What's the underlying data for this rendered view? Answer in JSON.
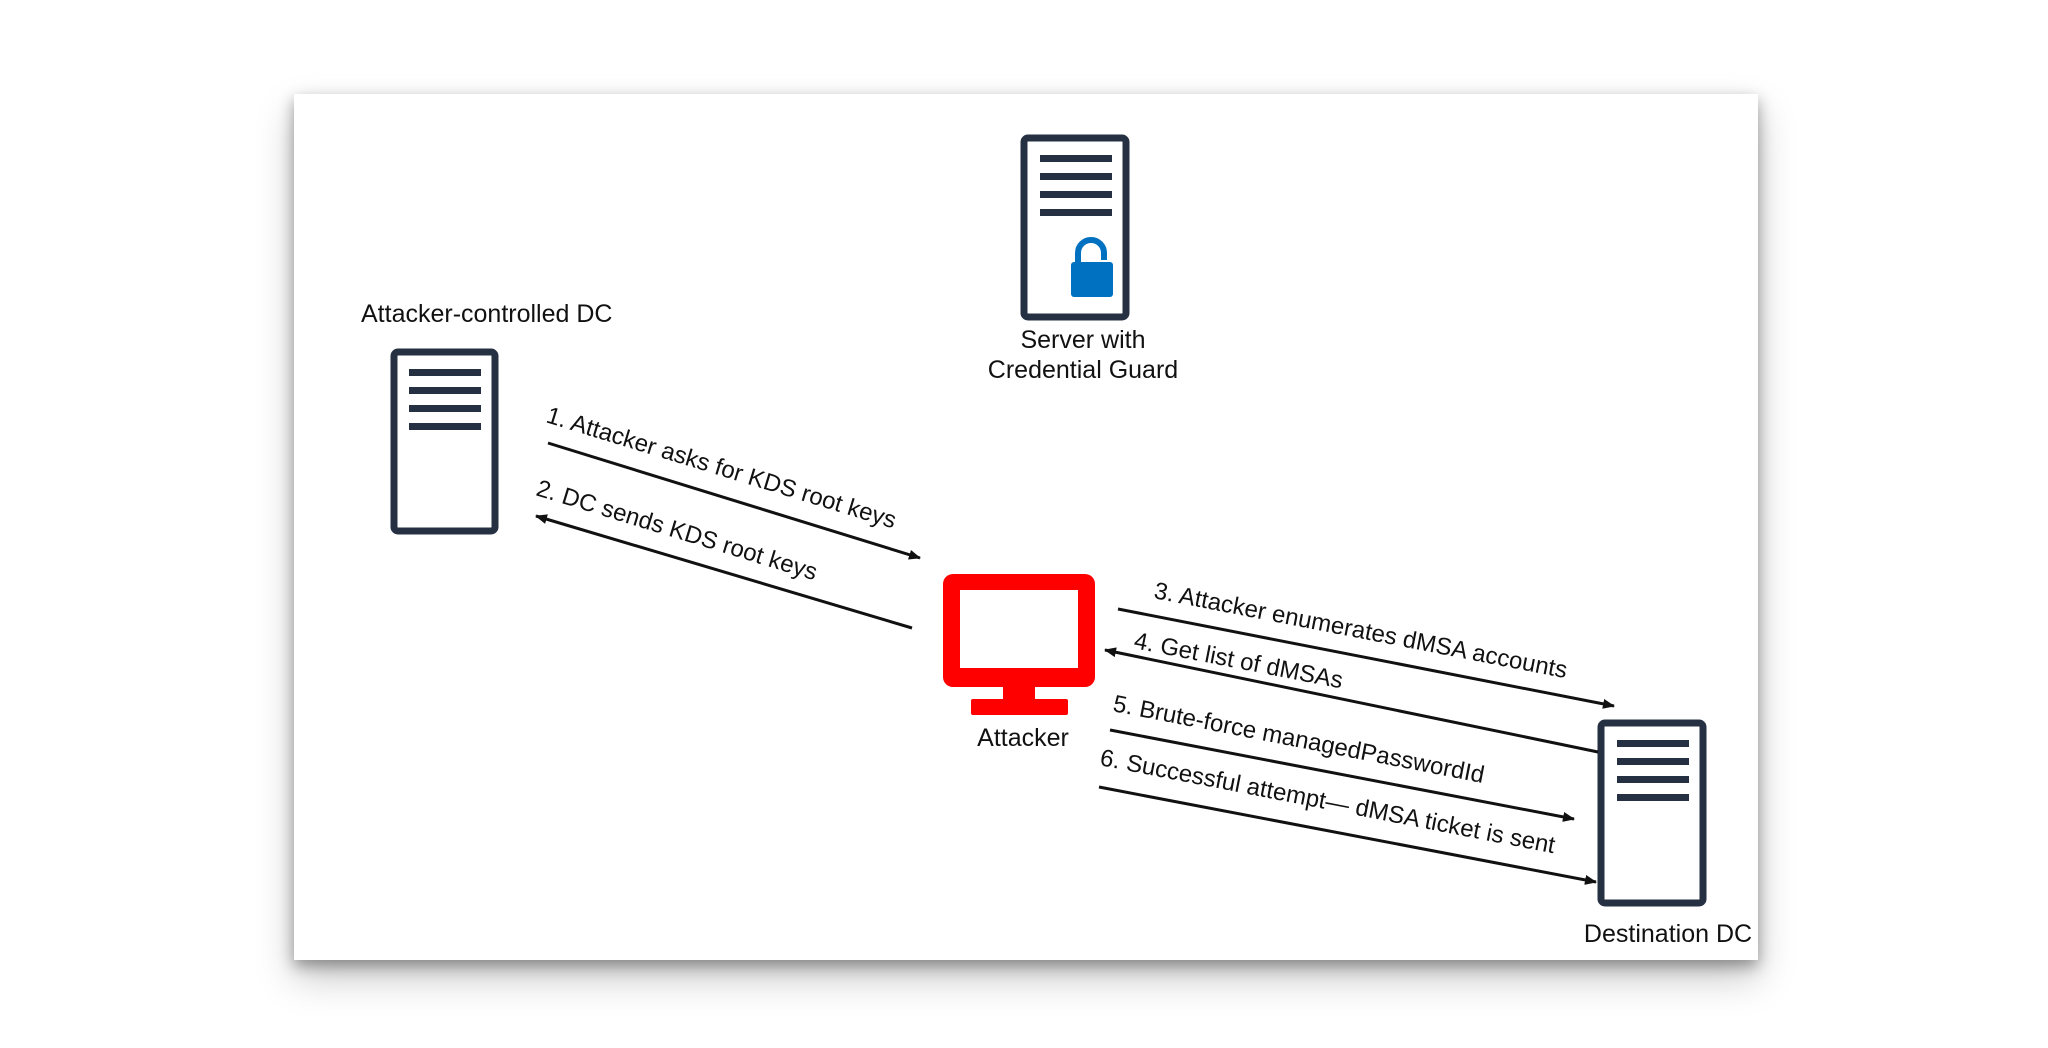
{
  "nodes": {
    "attacker_dc": {
      "label": "Attacker-controlled DC",
      "icon": "server-icon"
    },
    "credential_server": {
      "label_line1": "Server with",
      "label_line2": "Credential Guard",
      "icon": "server-lock-icon",
      "lock_color": "#0070c0"
    },
    "attacker": {
      "label": "Attacker",
      "icon": "monitor-icon",
      "color": "#ff0000"
    },
    "destination_dc": {
      "label": "Destination DC",
      "icon": "server-icon"
    }
  },
  "colors": {
    "server_stroke": "#253142",
    "arrow": "#111111"
  },
  "steps": [
    {
      "label": "1. Attacker asks for KDS root keys"
    },
    {
      "label": "2. DC sends KDS root  keys"
    },
    {
      "label": "3. Attacker enumerates dMSA accounts"
    },
    {
      "label": "4. Get list of dMSAs"
    },
    {
      "label": "5. Brute-force managedPasswordId"
    },
    {
      "label": "6. Successful attempt— dMSA ticket is sent"
    }
  ]
}
